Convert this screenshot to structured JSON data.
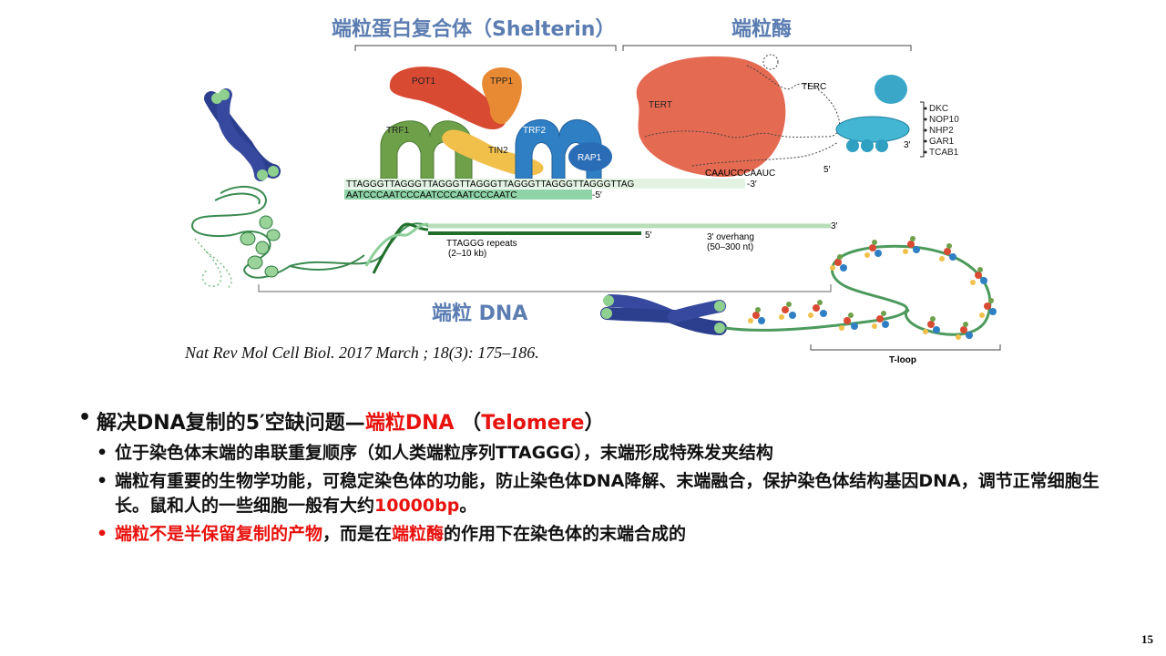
{
  "figure": {
    "header_shelterin": "端粒蛋白复合体（Shelterin）",
    "header_telomerase": "端粒酶",
    "header_telomere_dna": "端粒 DNA",
    "proteins": {
      "pot1": "POT1",
      "tpp1": "TPP1",
      "trf1": "TRF1",
      "trf2": "TRF2",
      "tin2": "TIN2",
      "rap1": "RAP1",
      "tert": "TERT",
      "terc": "TERC"
    },
    "dyskerin_components": [
      "DKC",
      "NOP10",
      "NHP2",
      "GAR1",
      "TCAB1"
    ],
    "template_rna": "CAAUCCCAAUC",
    "strand_top": "TTAGGGTTAGGGTTAGGGTTAGGGTTAGGGTTAGGGTTAGGGTTAG",
    "strand_top_end": "-3′",
    "strand_bottom": "AATCCCAATCCCAATCCCAATCCCAATC",
    "strand_bottom_end": "-5′",
    "label_3prime": "3′",
    "label_5prime": "5′",
    "repeats_label": "TTAGGG repeats",
    "repeats_size": "(2–10 kb)",
    "overhang_label": "3′ overhang",
    "overhang_size": "(50–300 nt)",
    "tloop_label": "T-loop"
  },
  "citation": "Nat Rev Mol Cell Biol. 2017 March ; 18(3): 175–186.",
  "bullets": {
    "main_a": "解决DNA复制的5′空缺问题—",
    "main_b": "端粒DNA",
    "main_c": "  （",
    "main_d": "Telomere",
    "main_e": "）",
    "sub1": "位于染色体末端的串联重复顺序（如人类端粒序列TTAGGG），末端形成特殊发夹结构",
    "sub2a": "端粒有重要的生物学功能，可稳定染色体的功能，防止染色体DNA降解、末端融合，保护染色体结构基因DNA，调节正常细胞生长。鼠和人的一些细胞一般有大约",
    "sub2b": "10000bp",
    "sub2c": "。",
    "sub3a": "端粒不是半保留复制的产物",
    "sub3b": "，而是在",
    "sub3c": "端粒酶",
    "sub3d": "的作用下在染色体的末端合成的"
  },
  "page_number": "15",
  "colors": {
    "header_blue": "#5b7db1",
    "emphasis_red": "#e8120e",
    "tert_red": "#e46a52",
    "trf_green": "#6ea04a",
    "trf2_blue": "#2f7fc4",
    "strand_green": "#2f8a3a"
  }
}
